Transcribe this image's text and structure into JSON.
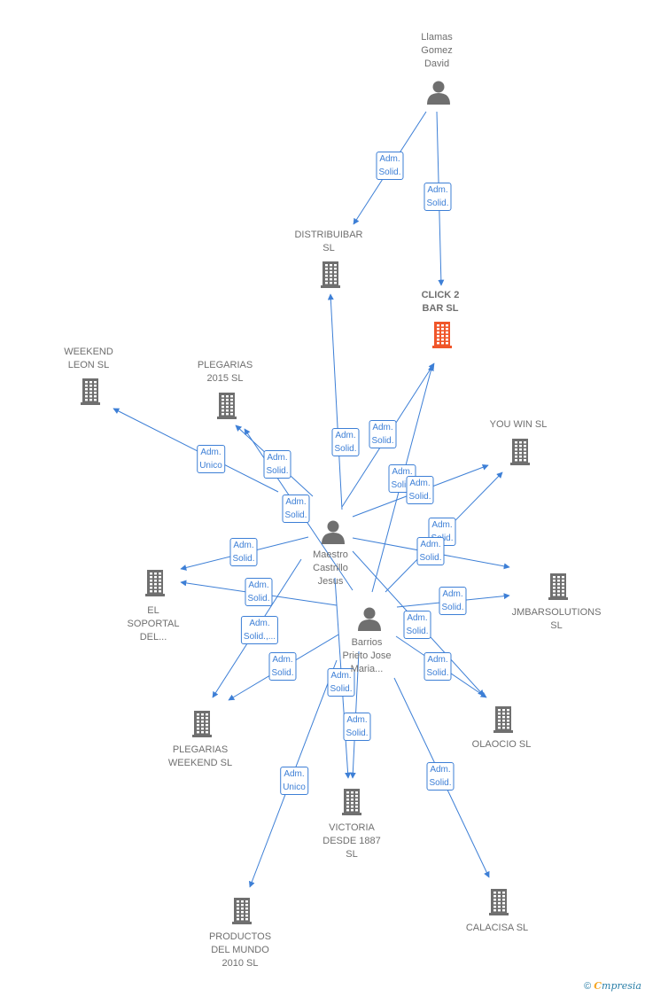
{
  "colors": {
    "edge": "#3d7fd6",
    "node": "#6f6f6f",
    "highlight": "#f0562a"
  },
  "nodes": [
    {
      "id": "llamas",
      "type": "person",
      "label": "Llamas\nGomez\nDavid",
      "icon": "person-icon"
    },
    {
      "id": "distribuibar",
      "type": "company",
      "label": "DISTRIBUIBAR\nSL",
      "icon": "building-icon"
    },
    {
      "id": "click2bar",
      "type": "company",
      "label": "CLICK 2\nBAR  SL",
      "icon": "building-icon",
      "highlight": true
    },
    {
      "id": "weekend",
      "type": "company",
      "label": "WEEKEND\nLEON SL",
      "icon": "building-icon"
    },
    {
      "id": "plegarias2015",
      "type": "company",
      "label": "PLEGARIAS\n2015  SL",
      "icon": "building-icon"
    },
    {
      "id": "youwin",
      "type": "company",
      "label": "YOU WIN SL",
      "icon": "building-icon"
    },
    {
      "id": "maestro",
      "type": "person",
      "label": "Maestro\nCastrillo\nJesus",
      "icon": "person-icon"
    },
    {
      "id": "elsoportal",
      "type": "company",
      "label": "EL\nSOPORTAL\nDEL...",
      "icon": "building-icon"
    },
    {
      "id": "jmbar",
      "type": "company",
      "label": "JMBARSOLUTIONS\nSL",
      "icon": "building-icon"
    },
    {
      "id": "barrios",
      "type": "person",
      "label": "Barrios\nPrieto Jose\nMaria...",
      "icon": "person-icon"
    },
    {
      "id": "plegariasweekend",
      "type": "company",
      "label": "PLEGARIAS\nWEEKEND  SL",
      "icon": "building-icon"
    },
    {
      "id": "olaocio",
      "type": "company",
      "label": "OLAOCIO  SL",
      "icon": "building-icon"
    },
    {
      "id": "victoria",
      "type": "company",
      "label": "VICTORIA\nDESDE 1887\nSL",
      "icon": "building-icon"
    },
    {
      "id": "productos",
      "type": "company",
      "label": "PRODUCTOS\nDEL MUNDO\n2010 SL",
      "icon": "building-icon"
    },
    {
      "id": "calacisa",
      "type": "company",
      "label": "CALACISA SL",
      "icon": "building-icon"
    }
  ],
  "edges": [
    {
      "from": "llamas",
      "to": "distribuibar",
      "label": "Adm.\nSolid."
    },
    {
      "from": "llamas",
      "to": "click2bar",
      "label": "Adm.\nSolid."
    },
    {
      "from": "maestro",
      "to": "weekend",
      "label": "Adm.\nUnico"
    },
    {
      "from": "maestro",
      "to": "plegarias2015",
      "label": "Adm.\nSolid."
    },
    {
      "from": "barrios",
      "to": "plegarias2015",
      "label": "Adm.\nSolid."
    },
    {
      "from": "maestro",
      "to": "distribuibar",
      "label": "Adm.\nSolid."
    },
    {
      "from": "maestro",
      "to": "click2bar",
      "label": "Adm.\nSolid."
    },
    {
      "from": "barrios",
      "to": "click2bar",
      "label": "Adm.\nSolid."
    },
    {
      "from": "maestro",
      "to": "youwin",
      "label": "Adm.\nSolid."
    },
    {
      "from": "barrios",
      "to": "youwin",
      "label": "Adm.\nSolid."
    },
    {
      "from": "maestro",
      "to": "elsoportal",
      "label": "Adm.\nSolid."
    },
    {
      "from": "barrios",
      "to": "elsoportal",
      "label": "Adm.\nSolid."
    },
    {
      "from": "maestro",
      "to": "jmbar",
      "label": "Adm.\nSolid."
    },
    {
      "from": "barrios",
      "to": "jmbar",
      "label": "Adm.\nSolid."
    },
    {
      "from": "maestro",
      "to": "plegariasweekend",
      "label": "Adm.\nSolid.,..."
    },
    {
      "from": "barrios",
      "to": "plegariasweekend",
      "label": "Adm.\nSolid."
    },
    {
      "from": "maestro",
      "to": "olaocio",
      "label": "Adm.\nSolid."
    },
    {
      "from": "barrios",
      "to": "olaocio",
      "label": "Adm.\nSolid."
    },
    {
      "from": "maestro",
      "to": "victoria",
      "label": "Adm.\nSolid."
    },
    {
      "from": "barrios",
      "to": "victoria",
      "label": "Adm.\nSolid."
    },
    {
      "from": "barrios",
      "to": "productos",
      "label": "Adm.\nUnico"
    },
    {
      "from": "barrios",
      "to": "calacisa",
      "label": "Adm.\nSolid."
    }
  ],
  "footer": {
    "copyright": "©",
    "brand_first": "C",
    "brand_rest": "mpresia"
  }
}
